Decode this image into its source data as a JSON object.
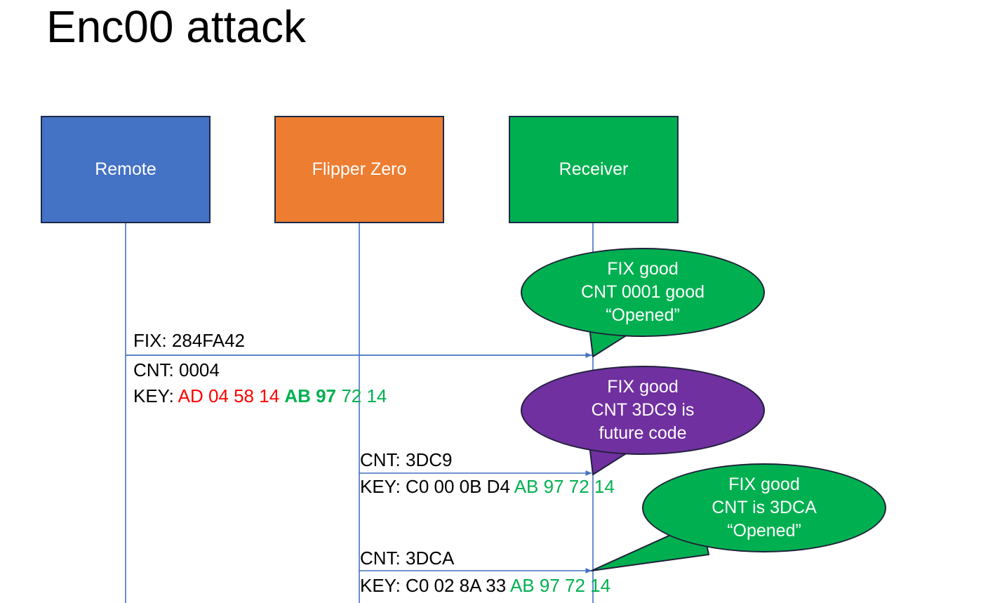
{
  "slide": {
    "title": "Enc00 attack",
    "background": "#ffffff"
  },
  "colors": {
    "remote": "#4472C4",
    "flipper": "#ED7D31",
    "receiver": "#00B050",
    "bubble_good": "#00B050",
    "bubble_future": "#7030A0",
    "hex_red": "#FF0000",
    "hex_green": "#00B050",
    "lifeline": "#4472C4",
    "box_border": "#1b2a4a"
  },
  "actors": [
    {
      "id": "remote",
      "label": "Remote"
    },
    {
      "id": "flipper",
      "label": "Flipper Zero"
    },
    {
      "id": "receiver",
      "label": "Receiver"
    }
  ],
  "messages": [
    {
      "id": "msg-1",
      "from": "remote",
      "to": "receiver",
      "fix_line": "FIX: 284FA42",
      "cnt_line": "CNT: 0004",
      "key_prefix": "KEY: ",
      "key_red": "AD 04 58 14",
      "key_green_bold": "AB 97",
      "key_green": " 72 14"
    },
    {
      "id": "msg-2",
      "from": "flipper",
      "to": "receiver",
      "cnt_line": "CNT: 3DC9",
      "key_prefix": "KEY: C0 00 0B D4 ",
      "key_green": "AB 97 72 14"
    },
    {
      "id": "msg-3",
      "from": "flipper",
      "to": "receiver",
      "cnt_line": "CNT: 3DCA",
      "key_prefix": "KEY: C0 02 8A 33 ",
      "key_green": "AB 97 72 14"
    }
  ],
  "bubbles": [
    {
      "id": "bubble-1",
      "color": "#00B050",
      "lines": [
        "FIX good",
        "CNT 0001 good",
        "“Opened”"
      ]
    },
    {
      "id": "bubble-2",
      "color": "#7030A0",
      "lines": [
        "FIX good",
        "CNT 3DC9 is",
        "future code"
      ]
    },
    {
      "id": "bubble-3",
      "color": "#00B050",
      "lines": [
        "FIX good",
        "CNT is 3DCA",
        "“Opened”"
      ]
    }
  ]
}
